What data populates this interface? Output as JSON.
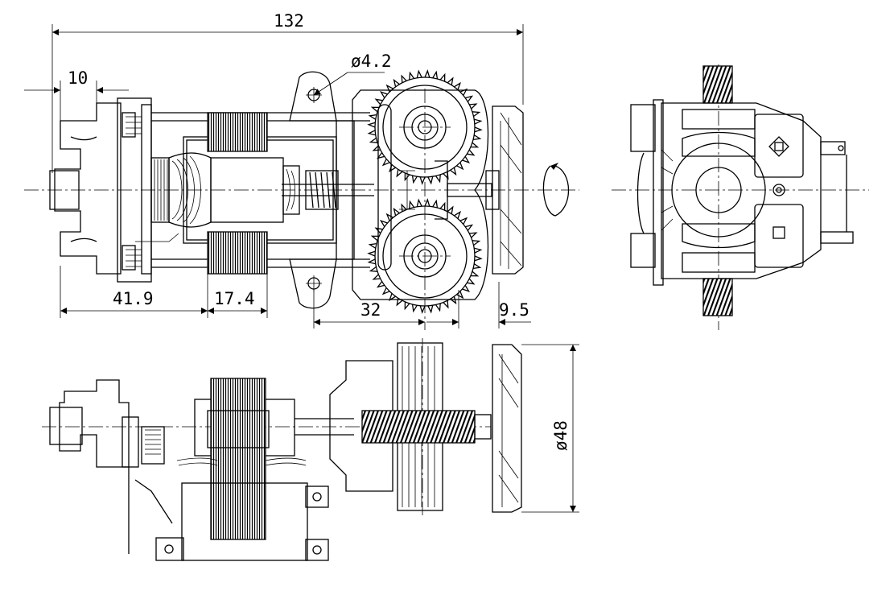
{
  "dimensions": {
    "overall_length": "132",
    "left_offset": "10",
    "hole_diameter": "ø4.2",
    "brush_span": "41.9",
    "coil_width": "17.4",
    "gear_span": "32",
    "shaft_extension": "9.5",
    "fan_diameter": "ø48"
  },
  "views": [
    "front-view",
    "side-view",
    "top-view"
  ]
}
